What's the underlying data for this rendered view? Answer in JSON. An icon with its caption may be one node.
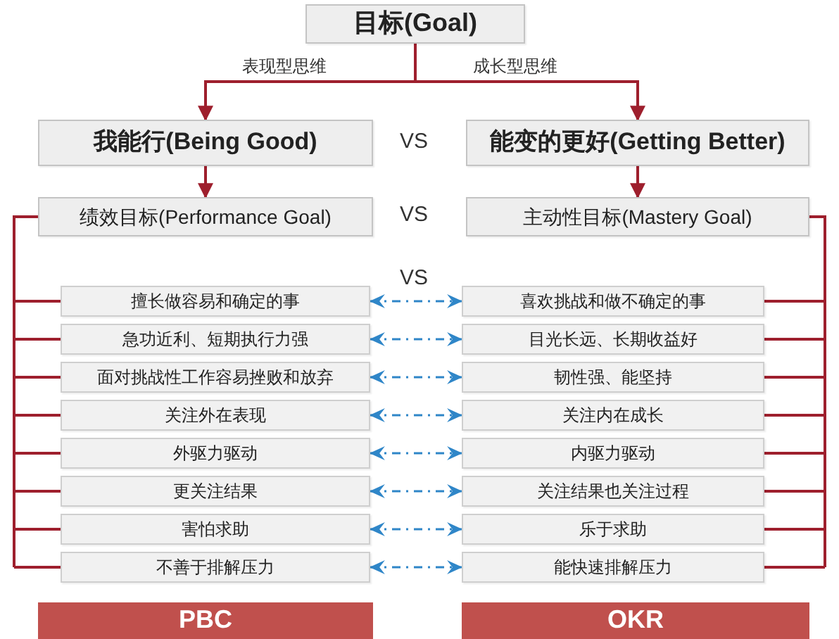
{
  "diagram": {
    "nodes": [
      {
        "text": [
          "目标(Goal)"
        ]
      },
      {
        "text": [
          "我能行(Being Good)"
        ]
      },
      {
        "text": [
          "能变的更好(Getting Better)"
        ]
      },
      {
        "text": [
          "绩效目标(Performance Goal)"
        ]
      },
      {
        "text": [
          "主动性目标(Mastery Goal)"
        ]
      },
      {
        "text": [
          "擅长做容易和确定的事"
        ]
      },
      {
        "text": [
          "喜欢挑战和做不确定的事"
        ]
      },
      {
        "text": [
          "急功近利、短期执行力强"
        ]
      },
      {
        "text": [
          "目光长远、长期收益好"
        ]
      },
      {
        "text": [
          "面对挑战性工作容易挫败和放弃"
        ]
      },
      {
        "text": [
          "韧性强、能坚持"
        ]
      },
      {
        "text": [
          "关注外在表现"
        ]
      },
      {
        "text": [
          "关注内在成长"
        ]
      },
      {
        "text": [
          "外驱力驱动"
        ]
      },
      {
        "text": [
          "内驱力驱动"
        ]
      },
      {
        "text": [
          "更关注结果"
        ]
      },
      {
        "text": [
          "关注结果也关注过程"
        ]
      },
      {
        "text": [
          "害怕求助"
        ]
      },
      {
        "text": [
          "乐于求助"
        ]
      },
      {
        "text": [
          "不善于排解压力"
        ]
      },
      {
        "text": [
          "能快速排解压力"
        ]
      },
      {
        "text": [
          "PBC"
        ]
      },
      {
        "text": [
          "OKR"
        ]
      }
    ],
    "edges": [
      {
        "from": 0,
        "to": 1,
        "arrow": "to",
        "label": "表现型思维"
      },
      {
        "from": 0,
        "to": 2,
        "arrow": "to",
        "label": "成长型思维"
      },
      {
        "from": 1,
        "to": 3,
        "arrow": "to"
      },
      {
        "from": 2,
        "to": 4,
        "arrow": "to"
      },
      {
        "from": 3,
        "to": 5,
        "arrow": "none"
      },
      {
        "from": 3,
        "to": 7,
        "arrow": "none"
      },
      {
        "from": 3,
        "to": 9,
        "arrow": "none"
      },
      {
        "from": 3,
        "to": 11,
        "arrow": "none"
      },
      {
        "from": 3,
        "to": 13,
        "arrow": "none"
      },
      {
        "from": 3,
        "to": 15,
        "arrow": "none"
      },
      {
        "from": 3,
        "to": 17,
        "arrow": "none"
      },
      {
        "from": 3,
        "to": 19,
        "arrow": "none"
      },
      {
        "from": 4,
        "to": 6,
        "arrow": "none"
      },
      {
        "from": 4,
        "to": 8,
        "arrow": "none"
      },
      {
        "from": 4,
        "to": 10,
        "arrow": "none"
      },
      {
        "from": 4,
        "to": 12,
        "arrow": "none"
      },
      {
        "from": 4,
        "to": 14,
        "arrow": "none"
      },
      {
        "from": 4,
        "to": 16,
        "arrow": "none"
      },
      {
        "from": 4,
        "to": 18,
        "arrow": "none"
      },
      {
        "from": 4,
        "to": 20,
        "arrow": "none"
      },
      {
        "from": 5,
        "to": 6,
        "arrow": "both",
        "style": "dashed",
        "color": "#2f86c8"
      },
      {
        "from": 7,
        "to": 8,
        "arrow": "both",
        "style": "dashed",
        "color": "#2f86c8"
      },
      {
        "from": 9,
        "to": 10,
        "arrow": "both",
        "style": "dashed",
        "color": "#2f86c8"
      },
      {
        "from": 11,
        "to": 12,
        "arrow": "both",
        "style": "dashed",
        "color": "#2f86c8"
      },
      {
        "from": 13,
        "to": 14,
        "arrow": "both",
        "style": "dashed",
        "color": "#2f86c8"
      },
      {
        "from": 15,
        "to": 16,
        "arrow": "both",
        "style": "dashed",
        "color": "#2f86c8"
      },
      {
        "from": 17,
        "to": 18,
        "arrow": "both",
        "style": "dashed",
        "color": "#2f86c8"
      },
      {
        "from": 19,
        "to": 20,
        "arrow": "both",
        "style": "dashed",
        "color": "#2f86c8"
      }
    ],
    "labels": [
      "VS",
      "VS",
      "VS"
    ]
  }
}
